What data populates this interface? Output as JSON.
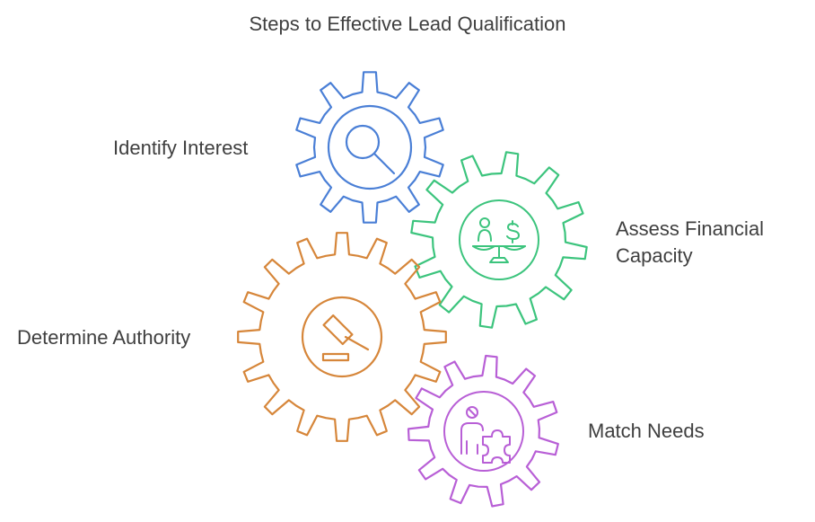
{
  "title": "Steps to Effective Lead Qualification",
  "colors": {
    "blue": "#4a7fd6",
    "green": "#3cc47d",
    "orange": "#d6863a",
    "purple": "#b85fd6"
  },
  "steps": [
    {
      "label": "Identify Interest",
      "icon": "magnifier-icon",
      "color": "blue"
    },
    {
      "label": "Assess Financial\nCapacity",
      "icon": "person-money-scale-icon",
      "color": "green"
    },
    {
      "label": "Determine Authority",
      "icon": "gavel-icon",
      "color": "orange"
    },
    {
      "label": "Match Needs",
      "icon": "person-puzzle-icon",
      "color": "purple"
    }
  ]
}
